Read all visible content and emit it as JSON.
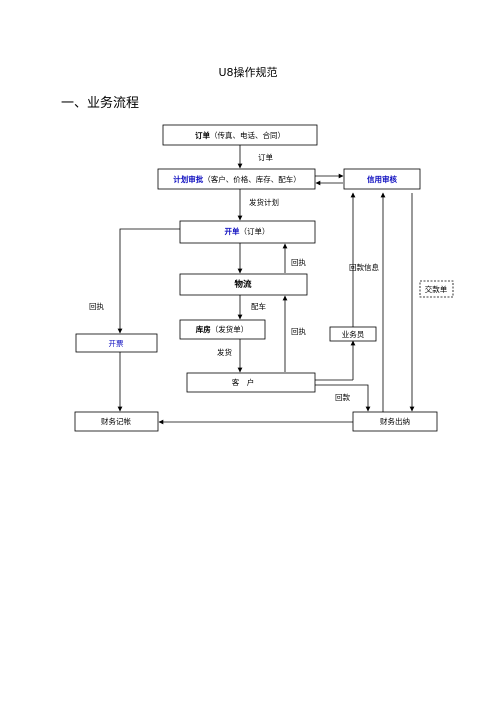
{
  "doc": {
    "title": "U8操作规范",
    "section": "一、业务流程"
  },
  "nodes": {
    "order_bold": "订单",
    "order_rest": "（传真、电话、合同）",
    "plan_bold": "计划审批",
    "plan_rest": "（客户、价格、库存、配车）",
    "credit": "信用审核",
    "billing_bold": "开单",
    "billing_rest": "（订单）",
    "logistics": "物流",
    "warehouse_bold": "库房",
    "warehouse_rest": "（发货单）",
    "invoice": "开票",
    "customer": "客　户",
    "salesman": "业务员",
    "payment_slip": "交款单",
    "accounting": "财务记帐",
    "cashier": "财务出纳"
  },
  "edge_labels": {
    "order": "订单",
    "delivery_plan": "发货计划",
    "receipt_1": "回执",
    "payment_info": "回款信息",
    "receipt_left": "回执",
    "dispatch_truck": "配车",
    "receipt_2": "回执",
    "ship": "发货",
    "payment": "回款"
  }
}
